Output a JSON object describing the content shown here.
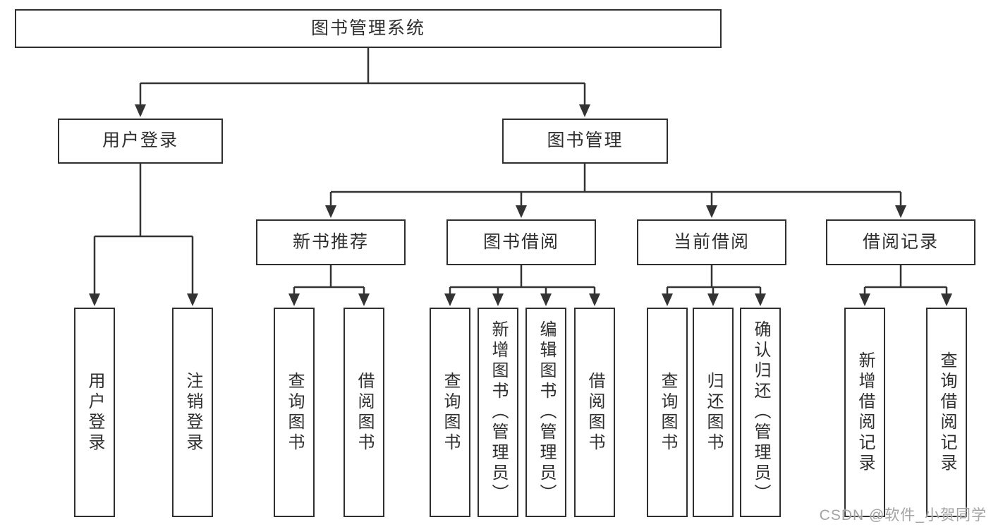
{
  "tree": {
    "root": "图书管理系统",
    "level2": [
      {
        "label": "用户登录"
      },
      {
        "label": "图书管理"
      }
    ],
    "level3": [
      {
        "label": "新书推荐"
      },
      {
        "label": "图书借阅"
      },
      {
        "label": "当前借阅"
      },
      {
        "label": "借阅记录"
      }
    ],
    "leaves": {
      "user_login": [
        "用户登录",
        "注销登录"
      ],
      "new_book": [
        "查询图书",
        "借阅图书"
      ],
      "book_borrow": [
        "查询图书",
        "新增图书（管理员）",
        "编辑图书（管理员）",
        "借阅图书"
      ],
      "current_borrow": [
        "查询图书",
        "归还图书",
        "确认归还（管理员）"
      ],
      "borrow_record": [
        "新增借阅记录",
        "查询借阅记录"
      ]
    }
  },
  "colors": {
    "line": "#333333",
    "border": "#2f2f2f",
    "text": "#2e2e2e",
    "watermark": "#9e9e9e"
  },
  "watermark": "CSDN @软件_小贺同学"
}
